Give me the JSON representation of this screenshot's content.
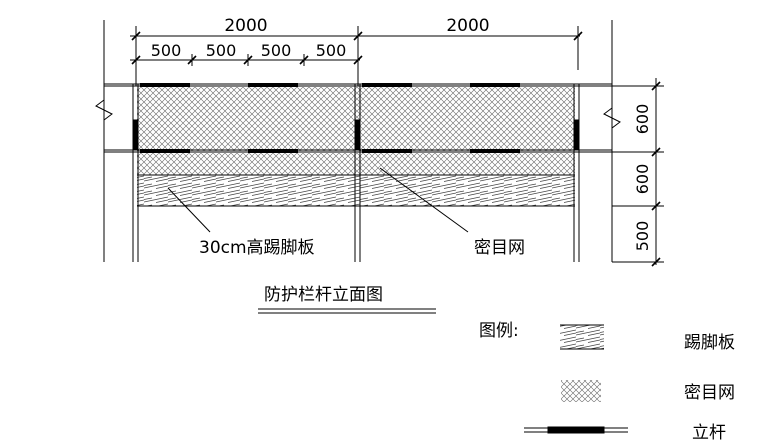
{
  "dimensions": {
    "top_spans": [
      "2000",
      "2000"
    ],
    "sub_spans": [
      "500",
      "500",
      "500",
      "500"
    ],
    "right_heights": [
      "600",
      "600",
      "500"
    ]
  },
  "callouts": {
    "toe_board": "30cm高踢脚板",
    "safety_net": "密目网"
  },
  "title": "防护栏杆立面图",
  "legend": {
    "heading": "图例:",
    "items": [
      {
        "label": "踢脚板",
        "symbol": "toe-board-hatch"
      },
      {
        "label": "密目网",
        "symbol": "net-crosshatch"
      },
      {
        "label": "立杆",
        "symbol": "post-bar"
      }
    ]
  },
  "colors": {
    "line": "#000000",
    "hatch": "#555555",
    "background": "#ffffff"
  }
}
